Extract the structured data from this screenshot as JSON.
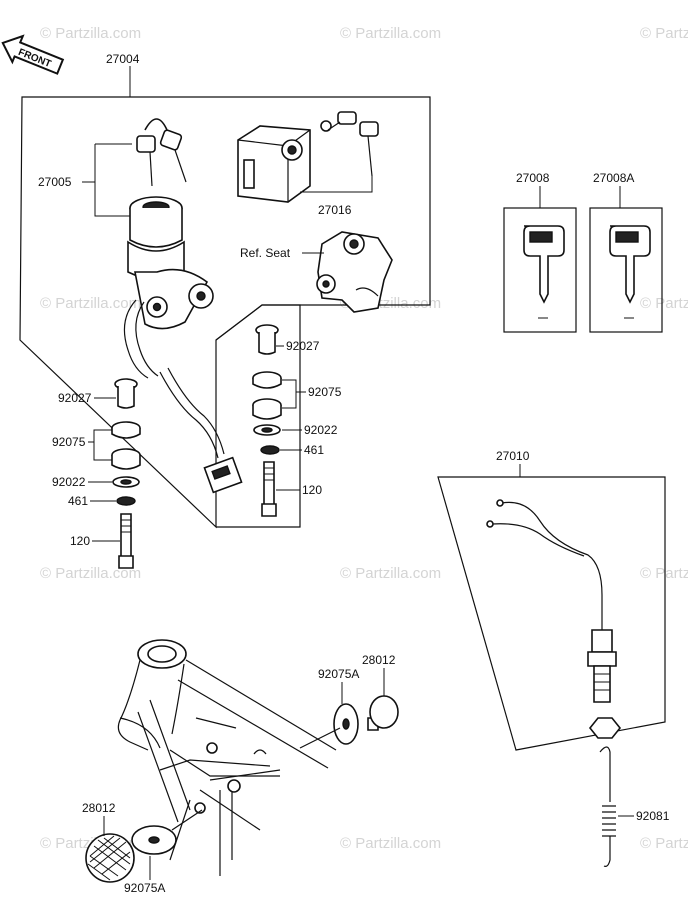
{
  "watermark": "© Partzilla.com",
  "front_label": "FRONT",
  "labels": {
    "p27004": "27004",
    "p27005": "27005",
    "p27016": "27016",
    "ref_seat": "Ref. Seat",
    "p27008": "27008",
    "p27008a": "27008A",
    "p92027_l": "92027",
    "p92075_l": "92075",
    "p92022_l": "92022",
    "p461_l": "461",
    "p120_l": "120",
    "p92027_r": "92027",
    "p92075_r": "92075",
    "p92022_r": "92022",
    "p461_r": "461",
    "p120_r": "120",
    "p27010": "27010",
    "p28012_t": "28012",
    "p92075a_t": "92075A",
    "p28012_b": "28012",
    "p92075a_b": "92075A",
    "p92081": "92081"
  }
}
